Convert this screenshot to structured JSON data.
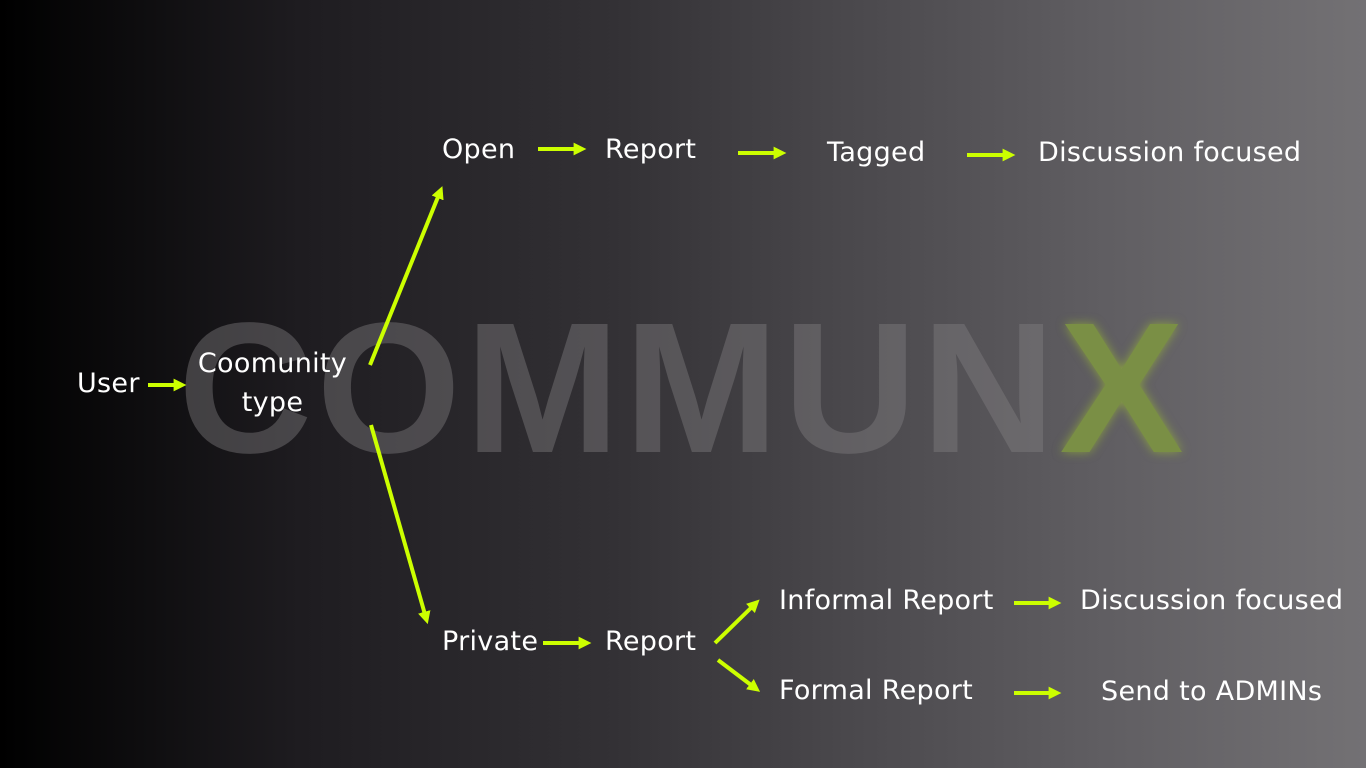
{
  "watermark": {
    "main": "COMMUN",
    "accent": "X",
    "accent_color": "#7a8f45"
  },
  "colors": {
    "arrow": "#ccff00",
    "text": "#ffffff",
    "background_left": "#000000",
    "background_right": "#737174"
  },
  "nodes": {
    "user": "User",
    "community_type_line1": "Coomunity",
    "community_type_line2": "type",
    "open": "Open",
    "open_report": "Report",
    "tagged": "Tagged",
    "open_discussion": "Discussion focused",
    "private": "Private",
    "private_report": "Report",
    "informal_report": "Informal Report",
    "informal_discussion": "Discussion focused",
    "formal_report": "Formal Report",
    "send_admins": "Send to ADMINs"
  },
  "edges": [
    [
      "User",
      "Coomunity type"
    ],
    [
      "Coomunity type",
      "Open"
    ],
    [
      "Coomunity type",
      "Private"
    ],
    [
      "Open",
      "Report"
    ],
    [
      "Report",
      "Tagged"
    ],
    [
      "Tagged",
      "Discussion focused"
    ],
    [
      "Private",
      "Report"
    ],
    [
      "Report",
      "Informal Report"
    ],
    [
      "Report",
      "Formal Report"
    ],
    [
      "Informal Report",
      "Discussion focused"
    ],
    [
      "Formal Report",
      "Send to ADMINs"
    ]
  ]
}
